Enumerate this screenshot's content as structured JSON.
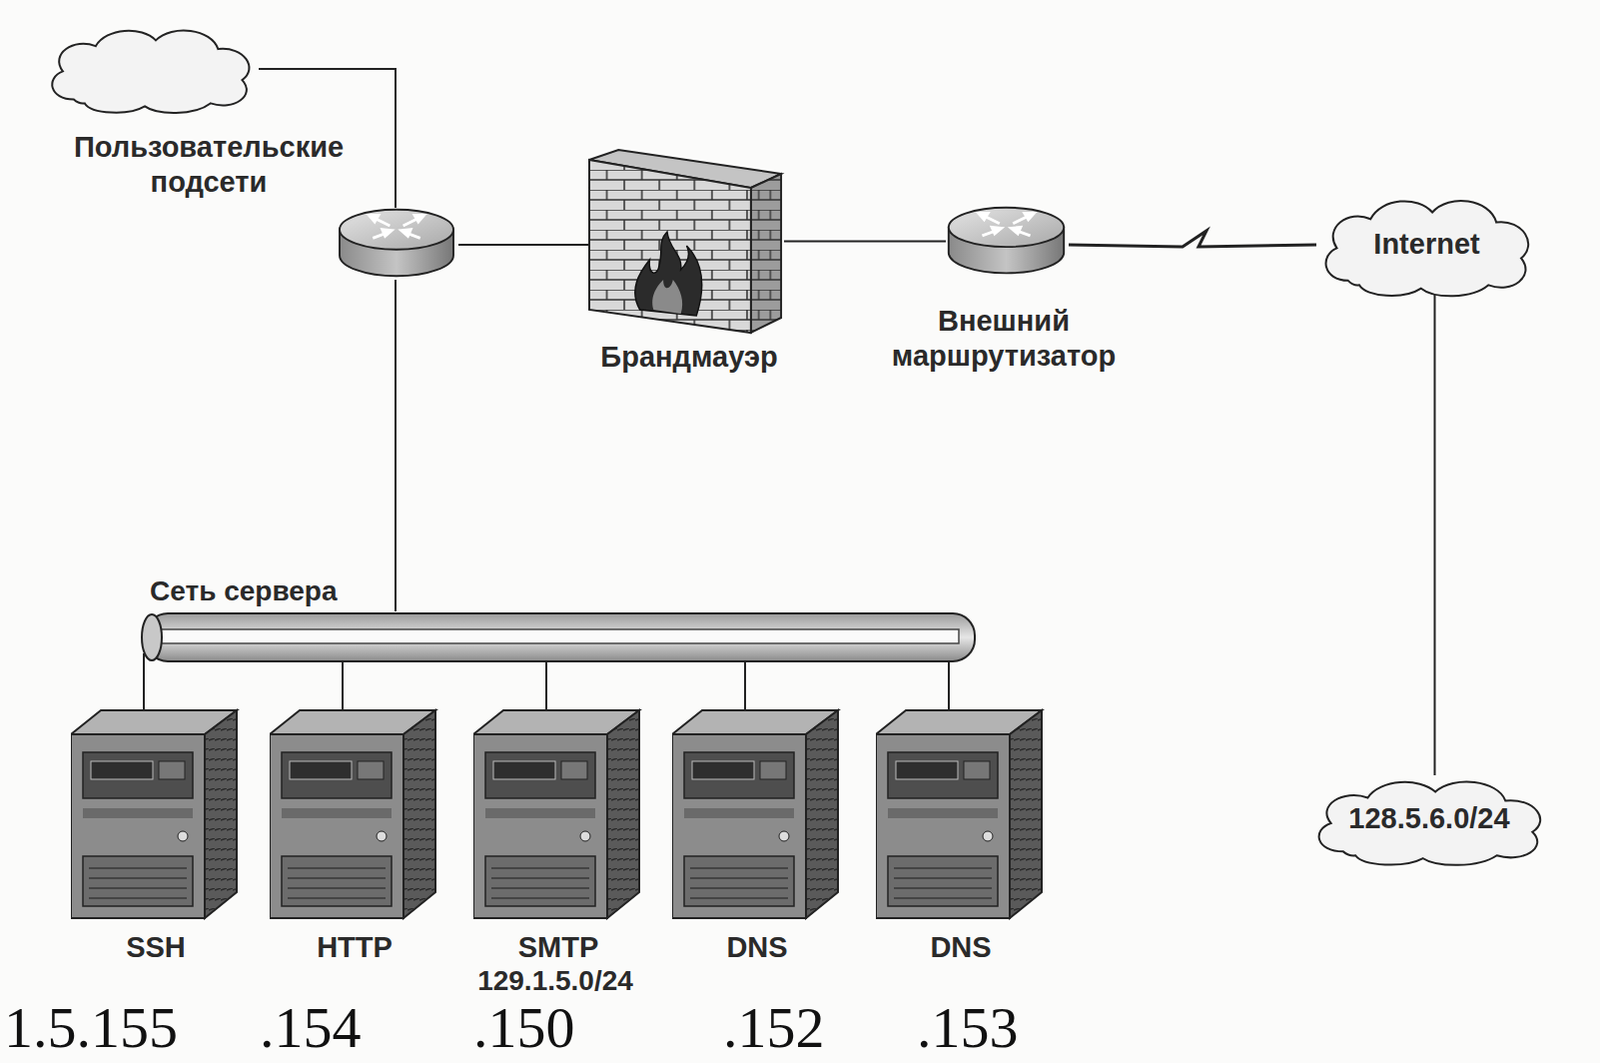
{
  "diagram": {
    "nodes": [
      {
        "text": [
          "Пользовательские подсети"
        ]
      },
      {
        "text": [
          "Брандмауэр"
        ]
      },
      {
        "text": [
          "Внешний маршрутизатор"
        ]
      },
      {
        "text": [
          "Internet"
        ]
      },
      {
        "text": [
          "Сеть сервера"
        ]
      },
      {
        "text": [
          "SSH",
          "1.5.155"
        ]
      },
      {
        "text": [
          "HTTP",
          ".154"
        ]
      },
      {
        "text": [
          "SMTP",
          ".150"
        ]
      },
      {
        "text": [
          "DNS",
          ".152"
        ]
      },
      {
        "text": [
          "DNS",
          ".153"
        ]
      },
      {
        "text": [
          "128.5.6.0/24"
        ]
      }
    ],
    "edges": [
      {
        "from": 1,
        "to": 2,
        "arrow": "none"
      },
      {
        "from": 2,
        "to": 3,
        "arrow": "none"
      },
      {
        "from": 3,
        "to": 10,
        "arrow": "none"
      },
      {
        "from": 4,
        "to": 5,
        "arrow": "none"
      },
      {
        "from": 4,
        "to": 6,
        "arrow": "none"
      },
      {
        "from": 4,
        "to": 7,
        "arrow": "none"
      },
      {
        "from": 4,
        "to": 8,
        "arrow": "none"
      },
      {
        "from": 4,
        "to": 9,
        "arrow": "none"
      }
    ],
    "labels": [
      "129.1.5.0/24"
    ]
  }
}
